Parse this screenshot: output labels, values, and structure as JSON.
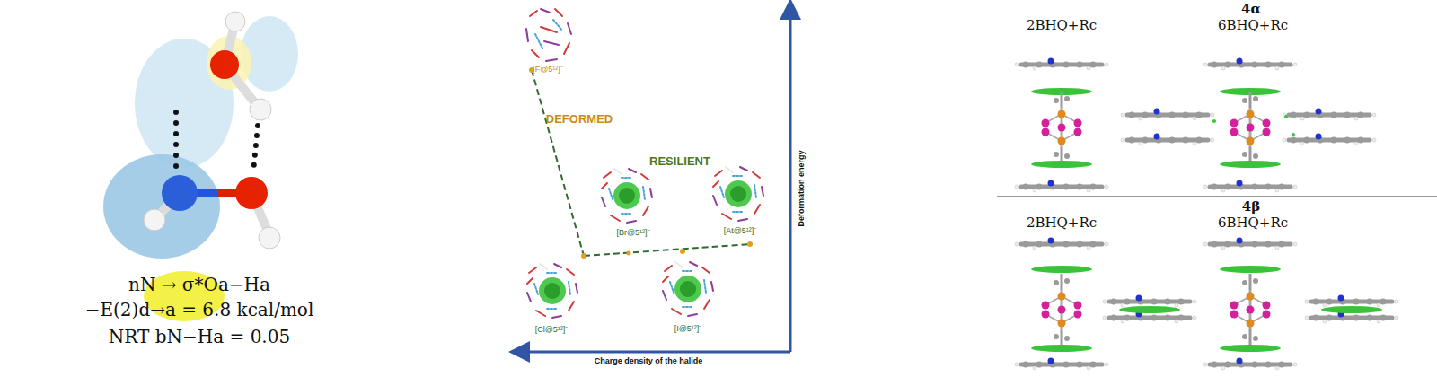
{
  "diagram": {
    "labels": [
      "nN → σ*Oa−Ha",
      "−E(2)d→a = 6.8 kcal/mol",
      "NRT bN−Ha = 0.05",
      "[F@5¹²]⁻",
      "DEFORMED",
      "RESILIENT",
      "[Br@5¹²]⁻",
      "[At@5¹²]⁻",
      "[Cl@5¹²]⁻",
      "[I@5¹²]⁻",
      "Deformation energy",
      "Charge density of the halide",
      "4α",
      "2BHQ+Rc",
      "6BHQ+Rc",
      "4β",
      "2BHQ+Rc",
      "6BHQ+Rc"
    ]
  }
}
